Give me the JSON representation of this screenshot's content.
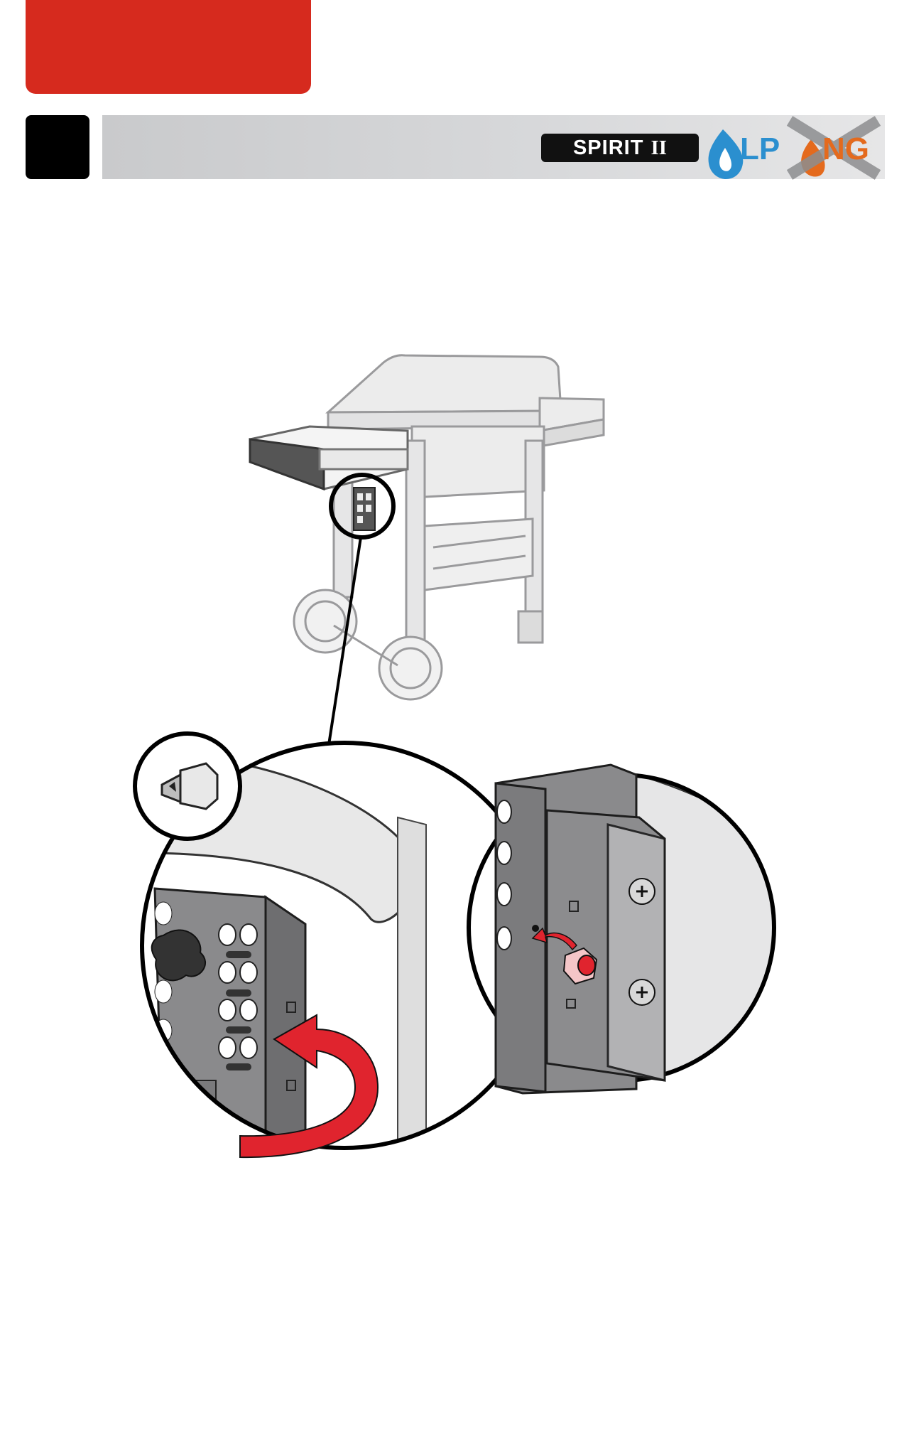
{
  "header": {
    "brand": "SPIRIT",
    "brand_roman": "II",
    "fuel_lp": "LP",
    "fuel_ng": "NG"
  },
  "colors": {
    "accent_red": "#d62a1e",
    "lp_blue": "#2b8fcf",
    "ng_orange": "#e46a1d",
    "part_gray": "#8c8c8e"
  },
  "icons": [
    "lp-flame-icon",
    "ng-flame-icon",
    "crossed-out-x-icon",
    "rotate-arrow-icon",
    "insert-arrow-icon"
  ]
}
